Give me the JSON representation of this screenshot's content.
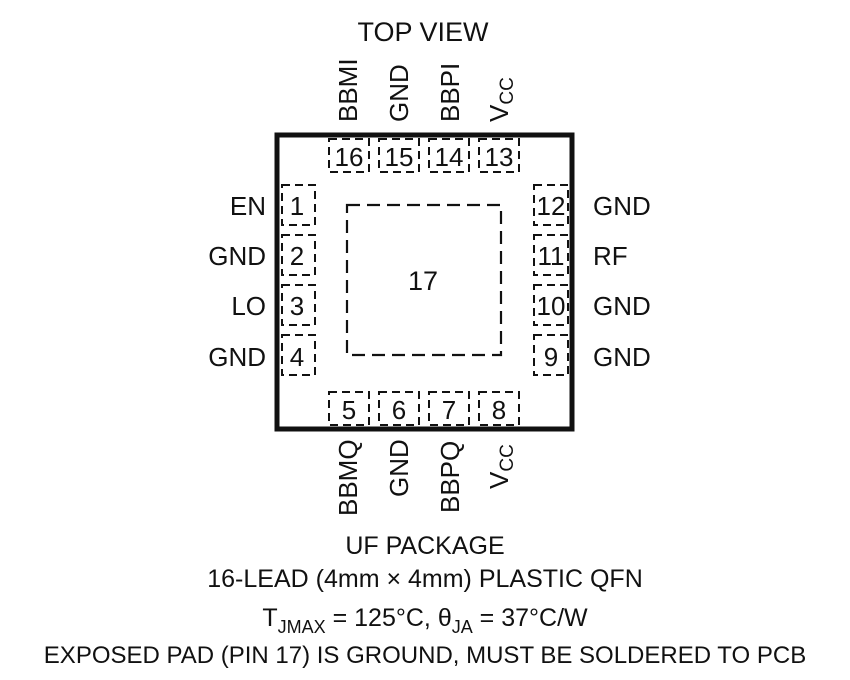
{
  "title": "TOP VIEW",
  "package": {
    "name": "UF PACKAGE",
    "description": "16-LEAD (4mm × 4mm) PLASTIC QFN",
    "thermal": {
      "tj_label": "T",
      "tj_sub": "JMAX",
      "tj_value": " = 125°C, ",
      "theta_label": "θ",
      "theta_sub": "JA",
      "theta_value": " = 37°C/W"
    },
    "note": "EXPOSED PAD (PIN 17) IS GROUND, MUST BE SOLDERED TO PCB"
  },
  "exposed_pad": {
    "number": "17"
  },
  "pins": {
    "left": [
      {
        "number": "1",
        "name": "EN"
      },
      {
        "number": "2",
        "name": "GND"
      },
      {
        "number": "3",
        "name": "LO"
      },
      {
        "number": "4",
        "name": "GND"
      }
    ],
    "bottom": [
      {
        "number": "5",
        "name": "BBMQ"
      },
      {
        "number": "6",
        "name": "GND"
      },
      {
        "number": "7",
        "name": "BBPQ"
      },
      {
        "number": "8",
        "name": "V",
        "sub": "CC"
      }
    ],
    "right": [
      {
        "number": "9",
        "name": "GND"
      },
      {
        "number": "10",
        "name": "GND"
      },
      {
        "number": "11",
        "name": "RF"
      },
      {
        "number": "12",
        "name": "GND"
      }
    ],
    "top": [
      {
        "number": "13",
        "name": "V",
        "sub": "CC"
      },
      {
        "number": "14",
        "name": "BBPI"
      },
      {
        "number": "15",
        "name": "GND"
      },
      {
        "number": "16",
        "name": "BBMI"
      }
    ]
  },
  "colors": {
    "ink": "#111111",
    "background": "#ffffff"
  }
}
